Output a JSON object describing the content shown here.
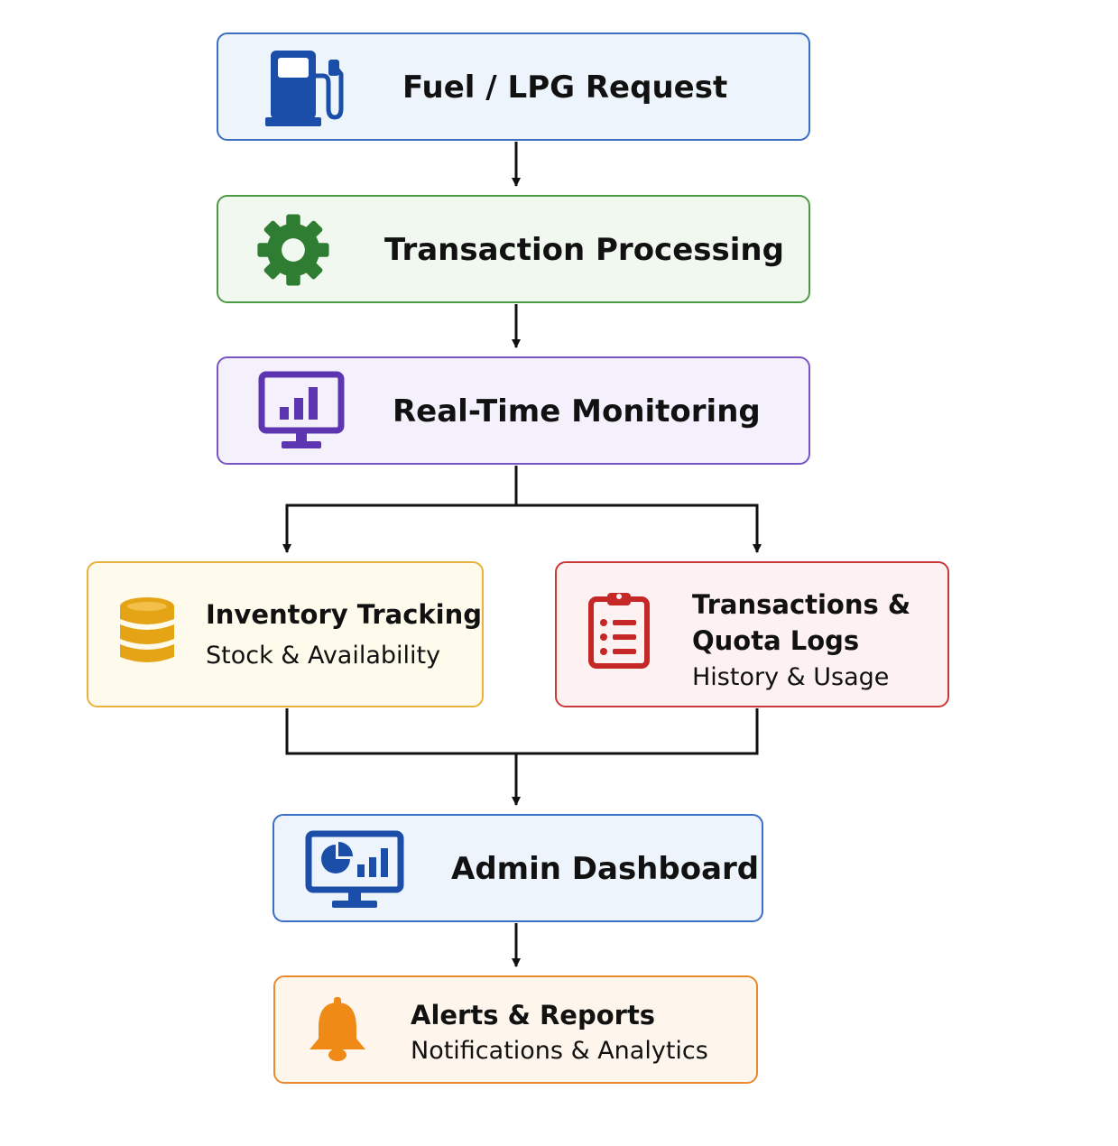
{
  "nodes": {
    "fuel_request": {
      "title": "Fuel / LPG Request",
      "icon": "fuel-pump-icon",
      "border_color": "#3b6fc4",
      "icon_color": "#1a4ea8"
    },
    "transaction_processing": {
      "title": "Transaction Processing",
      "icon": "gear-icon",
      "border_color": "#4d9a45",
      "icon_color": "#2e7d32"
    },
    "real_time_monitoring": {
      "title": "Real-Time Monitoring",
      "icon": "monitor-chart-icon",
      "border_color": "#7a55c4",
      "icon_color": "#5e35b1"
    },
    "inventory_tracking": {
      "title": "Inventory Tracking",
      "subtitle": "Stock & Availability",
      "icon": "database-icon",
      "border_color": "#e7b23c",
      "icon_color": "#e5a416"
    },
    "transaction_logs": {
      "title_line1": "Transactions &",
      "title_line2": "Quota Logs",
      "subtitle": "History & Usage",
      "icon": "clipboard-list-icon",
      "border_color": "#c63a3a",
      "icon_color": "#c62828"
    },
    "admin_dashboard": {
      "title": "Admin Dashboard",
      "icon": "dashboard-monitor-icon",
      "border_color": "#3b6fc4",
      "icon_color": "#1a4ea8"
    },
    "alerts_reports": {
      "title": "Alerts & Reports",
      "subtitle": "Notifications & Analytics",
      "icon": "bell-icon",
      "border_color": "#e88a2e",
      "icon_color": "#ef8a17"
    }
  },
  "edges": [
    {
      "from": "Fuel / LPG Request",
      "to": "Transaction Processing"
    },
    {
      "from": "Transaction Processing",
      "to": "Real-Time Monitoring"
    },
    {
      "from": "Real-Time Monitoring",
      "to": "Inventory Tracking"
    },
    {
      "from": "Real-Time Monitoring",
      "to": "Transactions & Quota Logs"
    },
    {
      "from": "Inventory Tracking",
      "to": "Admin Dashboard"
    },
    {
      "from": "Transactions & Quota Logs",
      "to": "Admin Dashboard"
    },
    {
      "from": "Admin Dashboard",
      "to": "Alerts & Reports"
    }
  ]
}
